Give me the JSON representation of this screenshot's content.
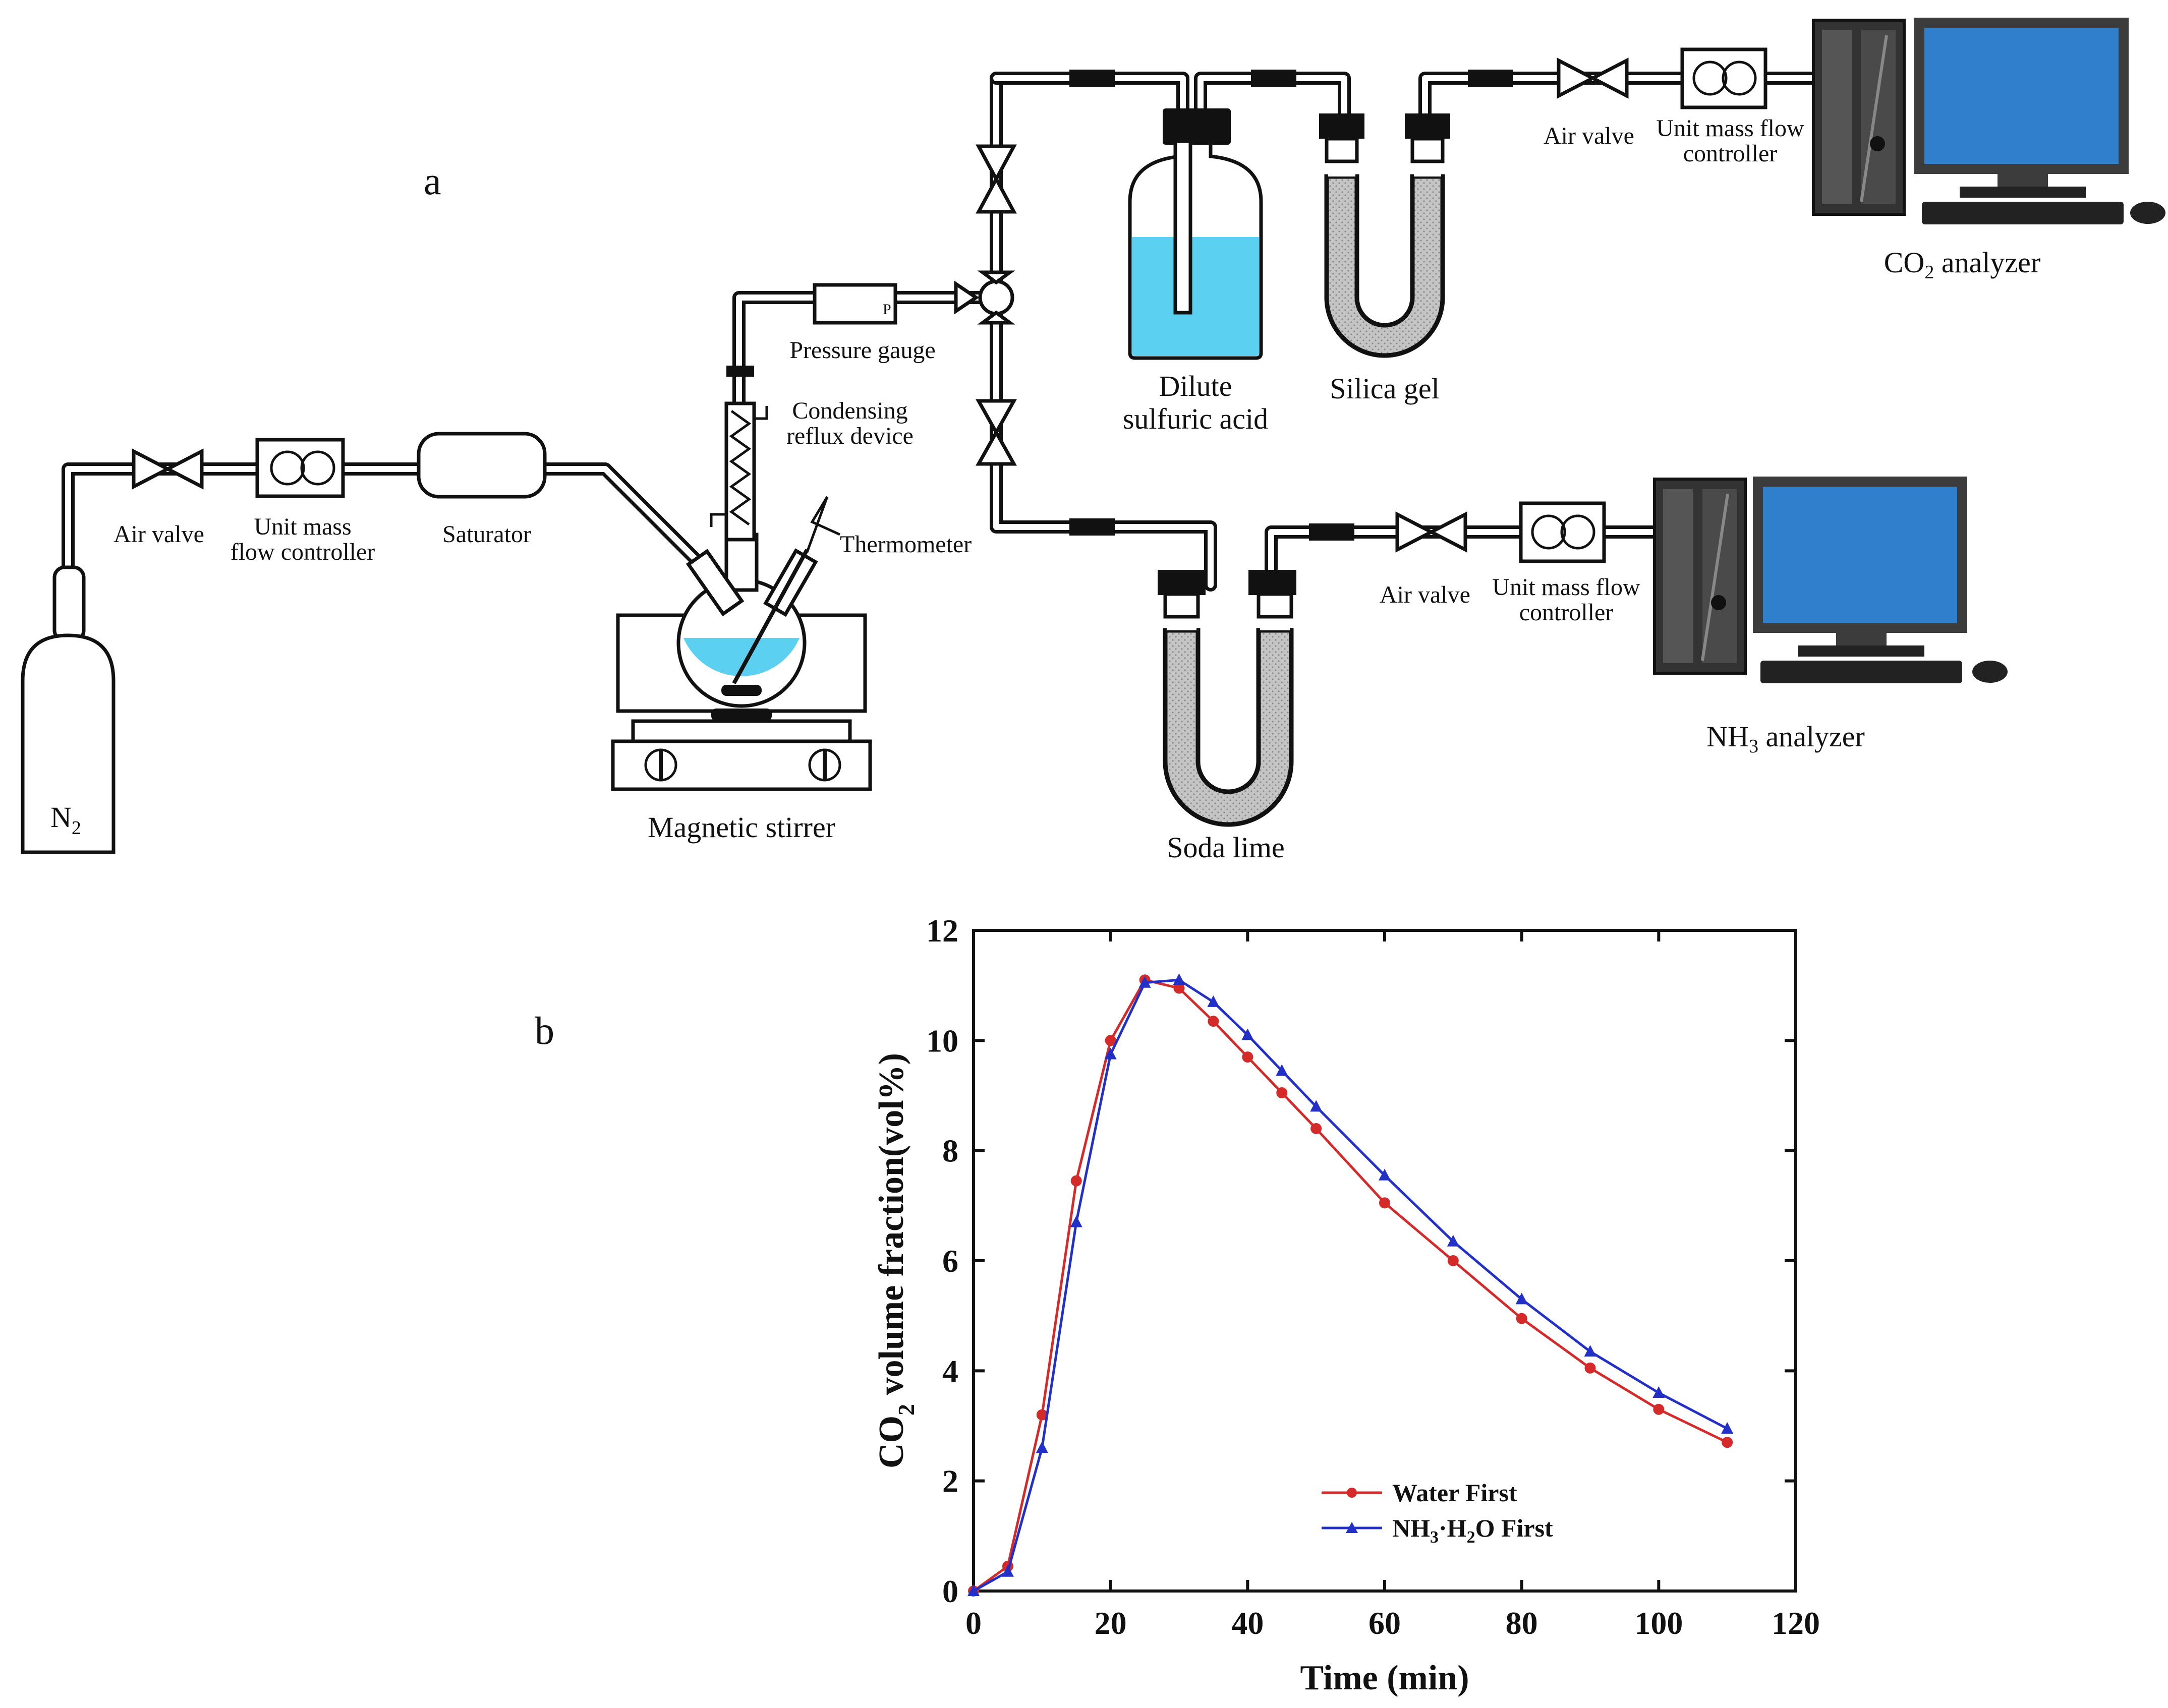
{
  "panel_a": {
    "letter": "a",
    "labels": {
      "n2_main": "N",
      "n2_sub": "2",
      "air_valve_inlet": "Air valve",
      "mfc_inlet_1": "Unit mass",
      "mfc_inlet_2": "flow controller",
      "saturator": "Saturator",
      "condenser_1": "Condensing",
      "condenser_2": "reflux device",
      "pressure_gauge": "Pressure gauge",
      "gauge_letter": "P",
      "thermometer": "Thermometer",
      "magnetic_stirrer": "Magnetic stirrer",
      "acid_1": "Dilute",
      "acid_2": "sulfuric acid",
      "silica_gel": "Silica gel",
      "soda_lime": "Soda lime",
      "air_valve_co2": "Air valve",
      "mfc_co2_1": "Unit mass flow",
      "mfc_co2_2": "controller",
      "co2_analyzer_a": "CO",
      "co2_analyzer_sub": "2",
      "co2_analyzer_b": " analyzer",
      "air_valve_nh3": "Air valve",
      "mfc_nh3_1": "Unit mass flow",
      "mfc_nh3_2": "controller",
      "nh3_analyzer_a": "NH",
      "nh3_analyzer_sub": "3",
      "nh3_analyzer_b": " analyzer"
    }
  },
  "panel_b": {
    "letter": "b",
    "chart_data": {
      "type": "line",
      "xlabel": "Time (min)",
      "ylabel_main": "CO",
      "ylabel_sub": "2",
      "ylabel_rest": " volume fraction(vol%)",
      "xlim": [
        0,
        120
      ],
      "ylim": [
        0,
        12
      ],
      "xticks": [
        0,
        20,
        40,
        60,
        80,
        100,
        120
      ],
      "yticks": [
        0,
        2,
        4,
        6,
        8,
        10,
        12
      ],
      "legend_position": "bottom-center",
      "series": [
        {
          "name": "Water First",
          "color": "#d42a2a",
          "marker": "circle",
          "x": [
            0,
            5,
            10,
            15,
            20,
            25,
            30,
            35,
            40,
            45,
            50,
            60,
            70,
            80,
            90,
            100,
            110
          ],
          "y": [
            0,
            0.45,
            3.2,
            7.45,
            10.0,
            11.1,
            10.95,
            10.35,
            9.7,
            9.05,
            8.4,
            7.05,
            6.0,
            4.95,
            4.05,
            3.3,
            2.7
          ]
        },
        {
          "name": "NH3·H2O First",
          "name_parts": [
            "NH",
            "3",
            "·H",
            "2",
            "O  First"
          ],
          "color": "#2230c8",
          "marker": "triangle",
          "x": [
            0,
            5,
            10,
            15,
            20,
            25,
            30,
            35,
            40,
            45,
            50,
            60,
            70,
            80,
            90,
            100,
            110
          ],
          "y": [
            0,
            0.35,
            2.6,
            6.7,
            9.75,
            11.05,
            11.1,
            10.7,
            10.1,
            9.45,
            8.8,
            7.55,
            6.35,
            5.3,
            4.35,
            3.6,
            2.95
          ]
        }
      ]
    }
  },
  "colors": {
    "liquid": "#5bd0f0",
    "bath": "#a8ecf8",
    "gel": "#bdbdbd",
    "screen": "#2f7fcc",
    "water_series": "#d42a2a",
    "nh3_series": "#2230c8"
  }
}
